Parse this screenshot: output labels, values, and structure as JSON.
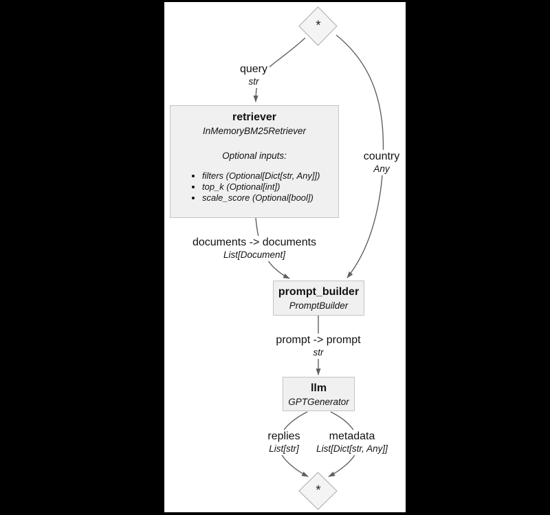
{
  "diagram": {
    "entry_node": {
      "symbol": "*"
    },
    "exit_node": {
      "symbol": "*"
    },
    "nodes": {
      "retriever": {
        "title": "retriever",
        "class_name": "InMemoryBM25Retriever",
        "optional_header": "Optional inputs:",
        "optional_inputs": [
          "filters (Optional[Dict[str, Any]])",
          "top_k (Optional[int])",
          "scale_score (Optional[bool])"
        ]
      },
      "prompt_builder": {
        "title": "prompt_builder",
        "class_name": "PromptBuilder"
      },
      "llm": {
        "title": "llm",
        "class_name": "GPTGenerator"
      }
    },
    "edges": {
      "query": {
        "label": "query",
        "type": "str"
      },
      "country": {
        "label": "country",
        "type": "Any"
      },
      "documents": {
        "label": "documents -> documents",
        "type": "List[Document]"
      },
      "prompt": {
        "label": "prompt -> prompt",
        "type": "str"
      },
      "replies": {
        "label": "replies",
        "type": "List[str]"
      },
      "metadata": {
        "label": "metadata",
        "type": "List[Dict[str, Any]]"
      }
    },
    "colors": {
      "background": "#000000",
      "canvas": "#ffffff",
      "node_fill": "#f0f0f0",
      "node_border": "#c3c3c3",
      "diamond_border": "#ababab",
      "edge": "#5f5f5f",
      "text": "#111111"
    }
  }
}
